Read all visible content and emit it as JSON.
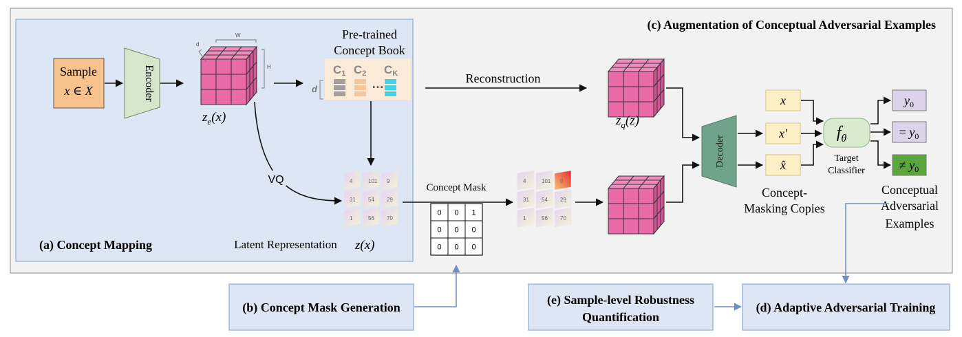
{
  "colors": {
    "outer_panel_bg": "#f2f2f2",
    "concept_mapping_bg": "#dde6f5",
    "concept_mapping_border": "#8ea9d8",
    "sample_fill": "#f7c28c",
    "encoder_fill": "#d6e6cc",
    "cube_fill": "#ea6aa8",
    "codebook_bg": "#fcead8",
    "output_box_fill": "#fdf0c6",
    "classifier_fill": "#d8ebcf",
    "y_fill": "#dcd2ea",
    "adv_fill": "#5aa63d",
    "blue_box_fill": "#dde6f5",
    "blue_box_border": "#8ea9d8"
  },
  "panels": {
    "concept_mapping_title": "(a) Concept Mapping",
    "augmentation_title": "(c) Augmentation of Conceptual Adversarial Examples"
  },
  "sample": {
    "line1": "Sample",
    "line2": "x ∈ X"
  },
  "encoder": {
    "label": "Encoder"
  },
  "latent_cube": {
    "label": "z",
    "label_sub": "e",
    "label_arg": "(x)",
    "dim_d": "d",
    "dim_w": "W",
    "dim_h": "H"
  },
  "codebook": {
    "title_line1": "Pre-trained",
    "title_line2": "Concept Book",
    "dim": "d",
    "codes": [
      {
        "main": "C",
        "sub": "1",
        "color": "#a0a0a0"
      },
      {
        "main": "C",
        "sub": "2",
        "color": "#f5c69a"
      },
      {
        "main": "C",
        "sub": "K",
        "color": "#3fd4ea"
      }
    ],
    "ellipsis": "…"
  },
  "vq": {
    "label": "VQ"
  },
  "latent_rep": {
    "label": "Latent Representation",
    "var_label": "z(x)",
    "grid": [
      "4",
      "101",
      "9",
      "31",
      "54",
      "29",
      "1",
      "56",
      "70"
    ]
  },
  "concept_mask": {
    "label": "Concept Mask",
    "grid": [
      "0",
      "0",
      "1",
      "0",
      "0",
      "0",
      "0",
      "0",
      "0"
    ]
  },
  "masked_latent": {
    "grid": [
      "4",
      "101",
      "0",
      "31",
      "54",
      "29",
      "1",
      "56",
      "70"
    ]
  },
  "reconstruction": {
    "label": "Reconstruction"
  },
  "zq": {
    "label": "z",
    "sub": "q",
    "arg": "(z)"
  },
  "decoder": {
    "label": "Decoder"
  },
  "copies": {
    "items": [
      "x",
      "x′",
      "x̂"
    ],
    "caption_line1": "Concept-",
    "caption_line2": "Masking Copies"
  },
  "classifier": {
    "symbol": "f",
    "symbol_sub": "θ",
    "caption_line1": "Target",
    "caption_line2": "Classifier"
  },
  "outputs": [
    {
      "text": "y",
      "sub": "0",
      "prefix": ""
    },
    {
      "text": "y",
      "sub": "0",
      "prefix": "= "
    },
    {
      "text": "y",
      "sub": "0",
      "prefix": "≠ "
    }
  ],
  "adv_caption": {
    "line1": "Conceptual",
    "line2": "Adversarial",
    "line3": "Examples"
  },
  "bottom_boxes": {
    "b": "(b) Concept Mask Generation",
    "e_line1": "(e) Sample-level Robustness",
    "e_line2": "Quantification",
    "d": "(d) Adaptive Adversarial Training"
  }
}
